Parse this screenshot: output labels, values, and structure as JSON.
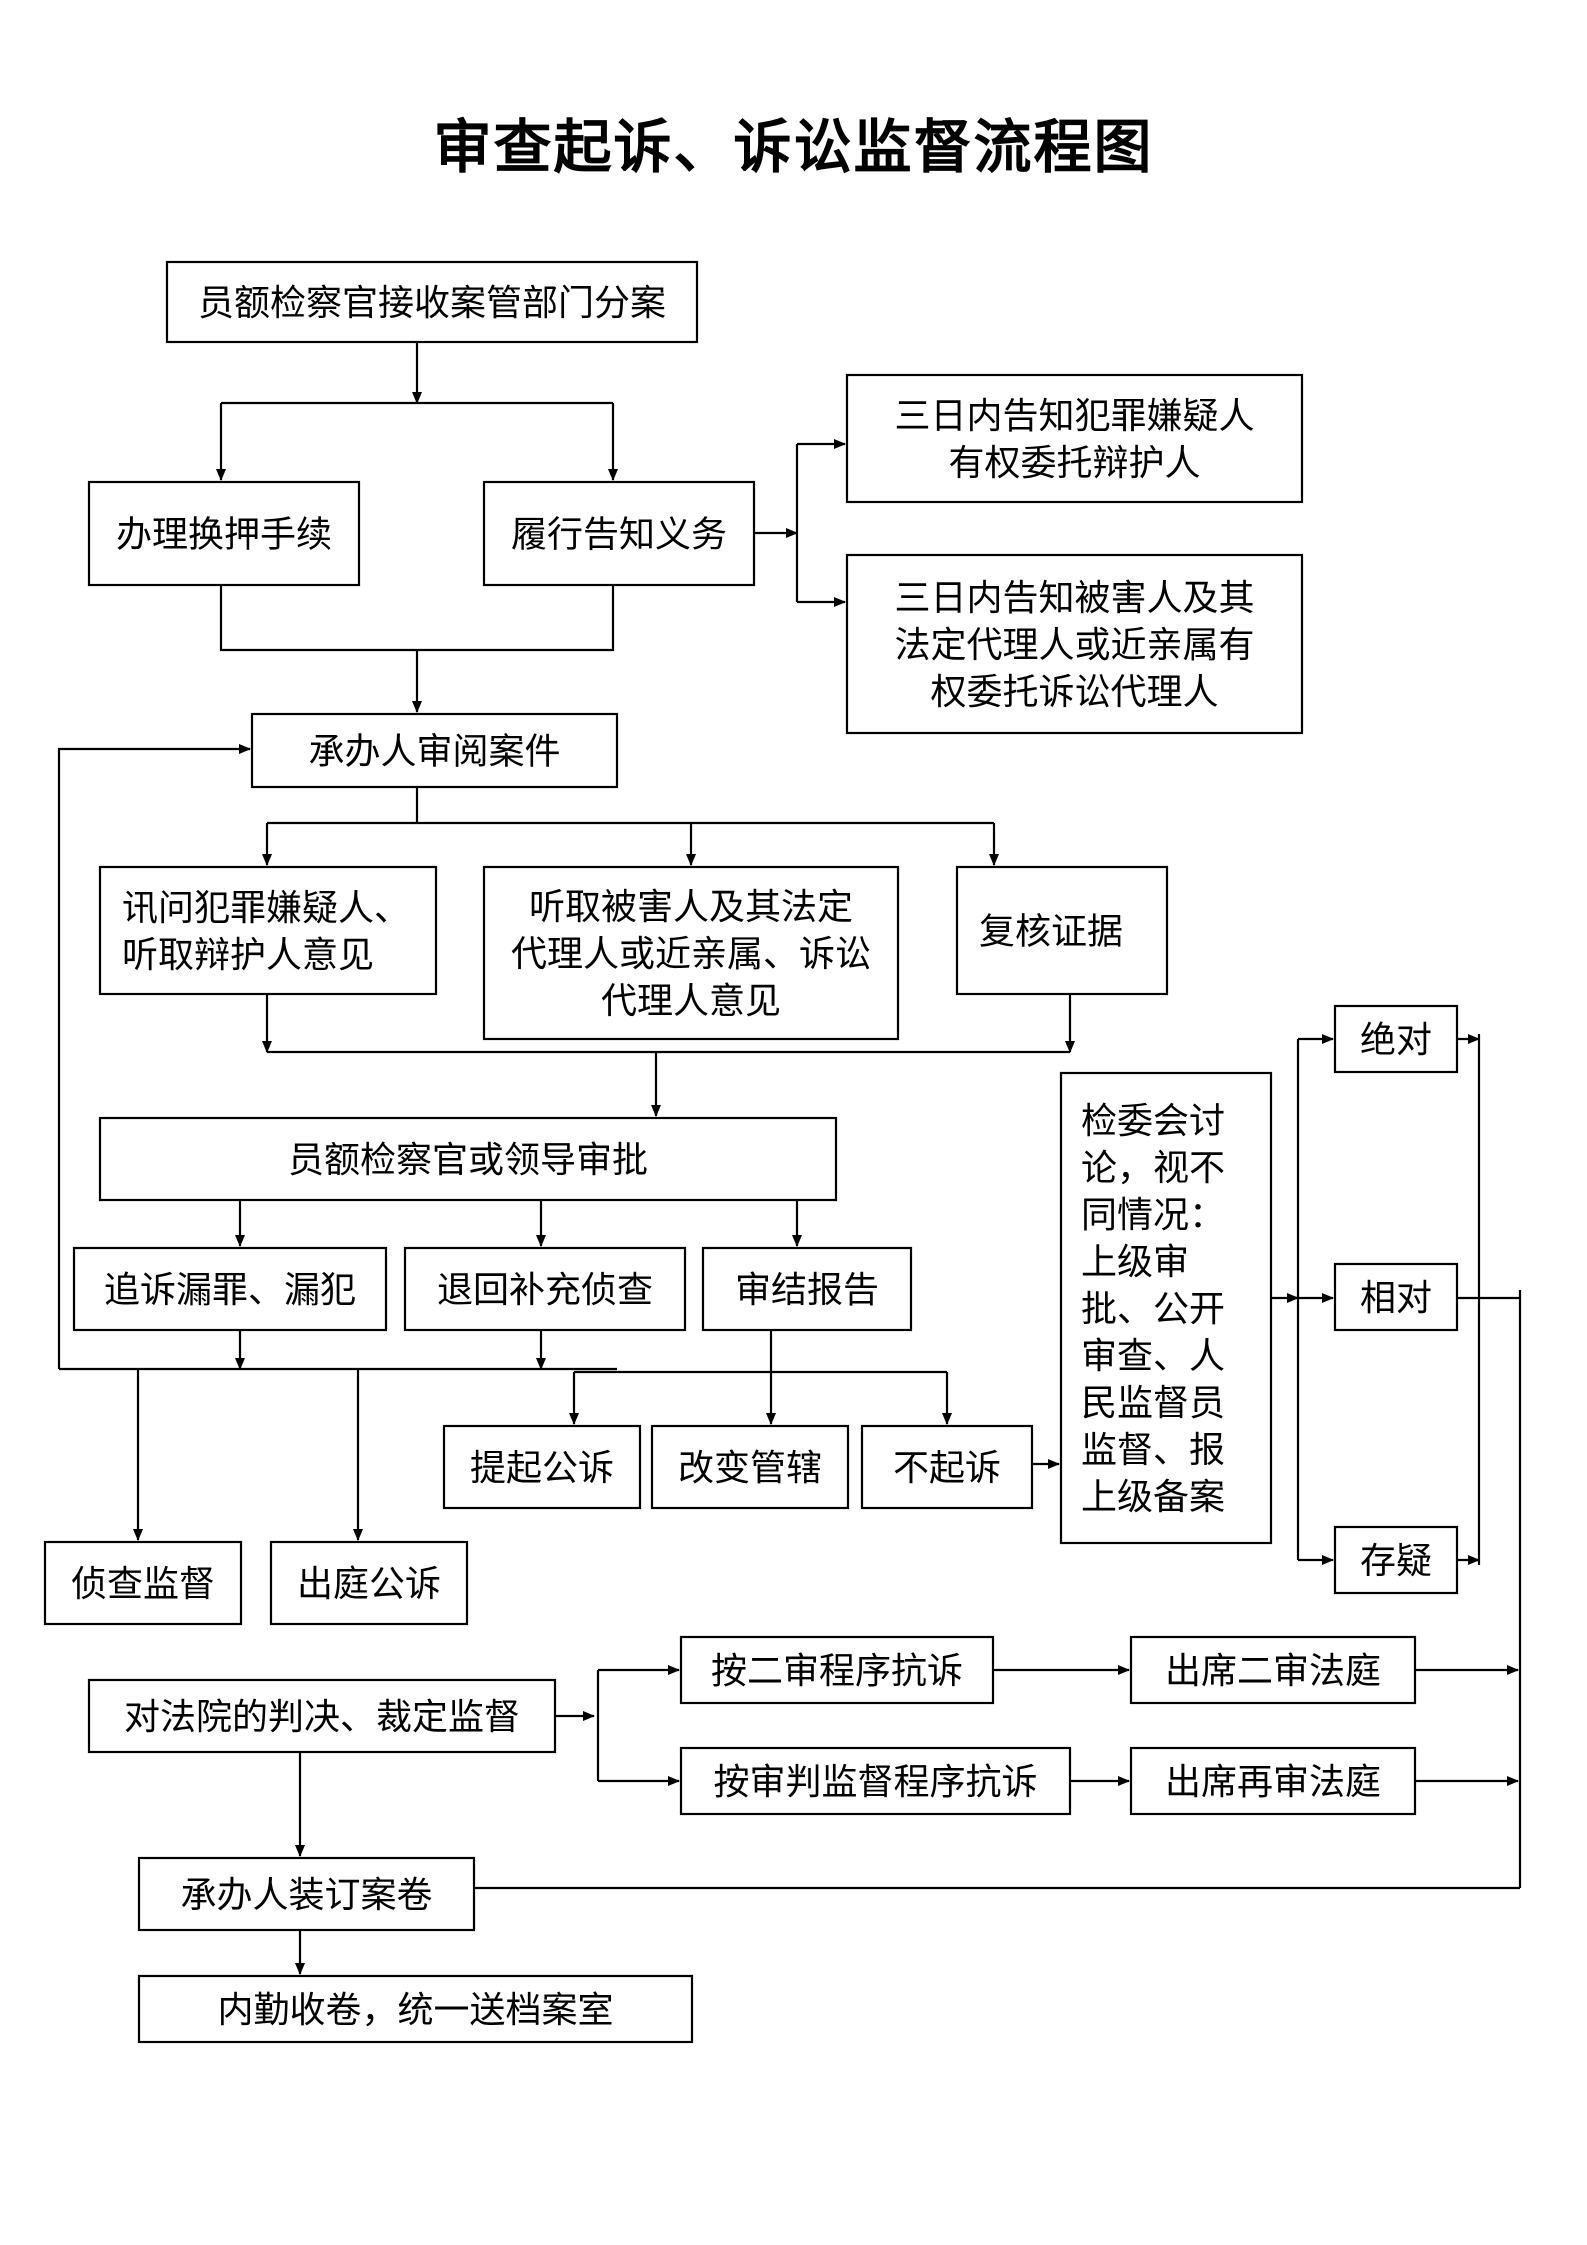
{
  "title": "审查起诉、诉讼监督流程图",
  "colors": {
    "line": "#000000",
    "background": "#ffffff"
  },
  "nodes": {
    "receive_case": [
      "员额检察官接收案管部门分案"
    ],
    "custody_change": [
      "办理换押手续"
    ],
    "notify_duty": [
      "履行告知义务"
    ],
    "notify_suspect": [
      "三日内告知犯罪嫌疑人",
      "有权委托辩护人"
    ],
    "notify_victim": [
      "三日内告知被害人及其",
      "法定代理人或近亲属有",
      "权委托诉讼代理人"
    ],
    "review_case": [
      "承办人审阅案件"
    ],
    "interrogate": [
      "讯问犯罪嫌疑人、",
      "听取辩护人意见"
    ],
    "hear_victim": [
      "听取被害人及其法定",
      "代理人或近亲属、诉讼",
      "代理人意见"
    ],
    "verify_evidence": [
      "复核证据"
    ],
    "approval": [
      "员额检察官或领导审批"
    ],
    "pursue_crimes": [
      "追诉漏罪、漏犯"
    ],
    "return_investigation": [
      "退回补充侦查"
    ],
    "final_report": [
      "审结报告"
    ],
    "prosecute": [
      "提起公诉"
    ],
    "change_jurisdiction": [
      "改变管辖"
    ],
    "not_prosecute": [
      "不起诉"
    ],
    "committee": [
      "检委会讨",
      "论，视不",
      "同情况：",
      "上级审",
      "批、公开",
      "审查、人",
      "民监督员",
      "监督、报",
      "上级备案"
    ],
    "absolute": [
      "绝对"
    ],
    "relative": [
      "相对"
    ],
    "doubt": [
      "存疑"
    ],
    "investigation_supervision": [
      "侦查监督"
    ],
    "court_prosecution": [
      "出庭公诉"
    ],
    "judgment_supervision": [
      "对法院的判决、裁定监督"
    ],
    "second_instance_protest": [
      "按二审程序抗诉"
    ],
    "retrial_protest": [
      "按审判监督程序抗诉"
    ],
    "attend_second_court": [
      "出席二审法庭"
    ],
    "attend_retrial_court": [
      "出席再审法庭"
    ],
    "bind_file": [
      "承办人装订案卷"
    ],
    "archive": [
      "内勤收卷，统一送档案室"
    ]
  }
}
